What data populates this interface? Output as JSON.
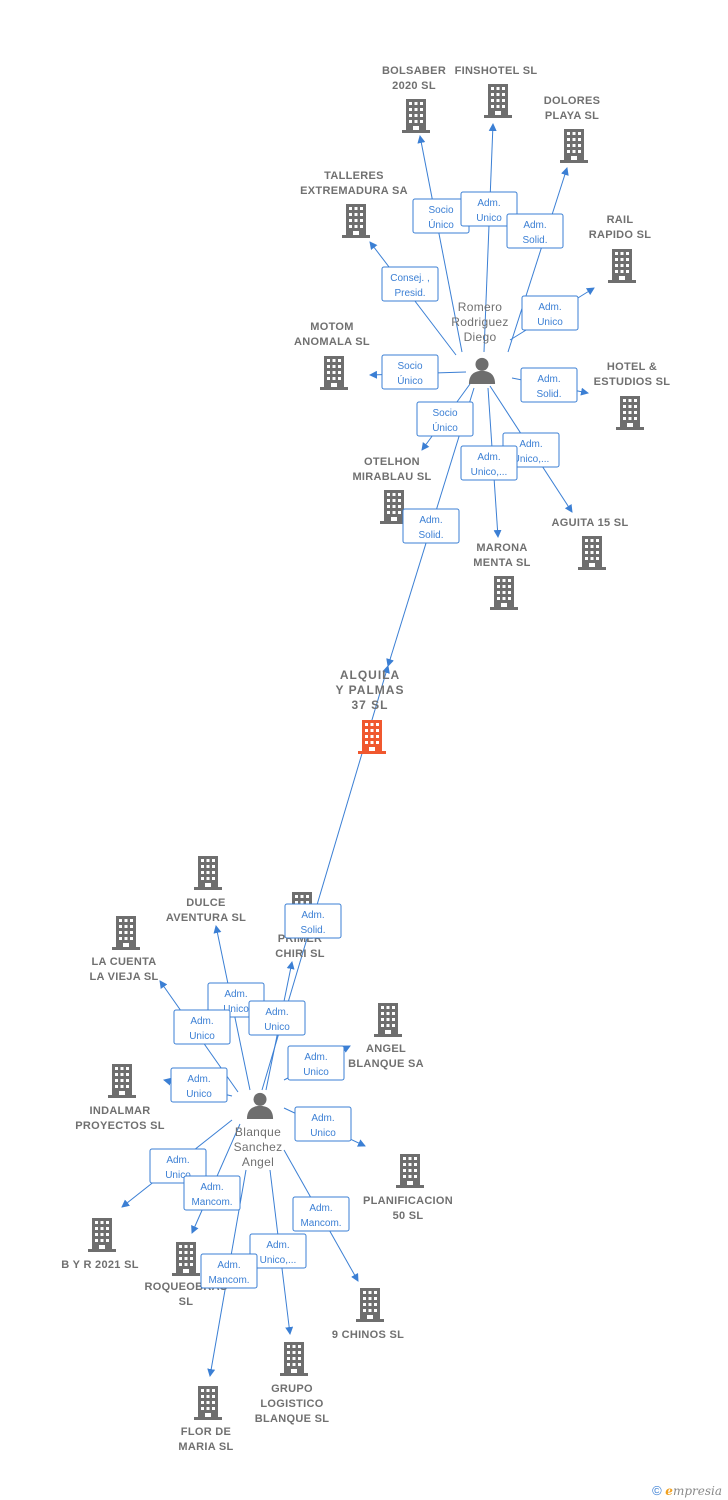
{
  "colors": {
    "edge": "#3b7fd4",
    "building": "#6e6e6e",
    "main_building": "#f0582f",
    "person": "#6e6e6e"
  },
  "main_company": {
    "label": [
      "ALQUILA",
      "Y PALMAS",
      "37  SL"
    ],
    "icon": "building-icon"
  },
  "persons": [
    {
      "id": "romero",
      "label": [
        "Romero",
        "Rodriguez",
        "Diego"
      ],
      "icon": "person-icon"
    },
    {
      "id": "blanque",
      "label": [
        "Blanque",
        "Sanchez",
        "Angel"
      ],
      "icon": "person-icon"
    }
  ],
  "companies": [
    {
      "id": "bolsaber",
      "label": [
        "BOLSABER",
        "2020  SL"
      ]
    },
    {
      "id": "finshotel",
      "label": [
        "FINSHOTEL SL"
      ]
    },
    {
      "id": "dolores",
      "label": [
        "DOLORES",
        "PLAYA  SL"
      ]
    },
    {
      "id": "talleres",
      "label": [
        "TALLERES",
        "EXTREMADURA SA"
      ]
    },
    {
      "id": "rail",
      "label": [
        "RAIL",
        "RAPIDO SL"
      ]
    },
    {
      "id": "motom",
      "label": [
        "MOTOM",
        "ANOMALA  SL"
      ]
    },
    {
      "id": "hotel",
      "label": [
        "HOTEL &",
        "ESTUDIOS  SL"
      ]
    },
    {
      "id": "otelhon",
      "label": [
        "OTELHON",
        "MIRABLAU  SL"
      ]
    },
    {
      "id": "aguita",
      "label": [
        "AGUITA 15  SL"
      ]
    },
    {
      "id": "marona",
      "label": [
        "MARONA",
        "MENTA SL"
      ]
    },
    {
      "id": "dulce",
      "label": [
        "DULCE",
        "AVENTURA  SL"
      ]
    },
    {
      "id": "primer",
      "label": [
        "PRIMER",
        "CHIRI  SL"
      ]
    },
    {
      "id": "cuenta",
      "label": [
        "LA CUENTA",
        "LA VIEJA  SL"
      ]
    },
    {
      "id": "angelsa",
      "label": [
        "ANGEL",
        "BLANQUE SA"
      ]
    },
    {
      "id": "indalmar",
      "label": [
        "INDALMAR",
        "PROYECTOS SL"
      ]
    },
    {
      "id": "planif",
      "label": [
        "PLANIFICACION",
        "50  SL"
      ]
    },
    {
      "id": "byr",
      "label": [
        "B Y R 2021  SL"
      ]
    },
    {
      "id": "roqueo",
      "label": [
        "ROQUEOBRAS",
        "SL"
      ]
    },
    {
      "id": "chinos",
      "label": [
        "9 CHINOS SL"
      ]
    },
    {
      "id": "grupo",
      "label": [
        "GRUPO",
        "LOGISTICO",
        "BLANQUE  SL"
      ]
    },
    {
      "id": "flor",
      "label": [
        "FLOR DE",
        "MARIA  SL"
      ]
    }
  ],
  "relations": [
    {
      "from": "romero",
      "to": "bolsaber",
      "role": [
        "Socio",
        "Único"
      ]
    },
    {
      "from": "romero",
      "to": "finshotel",
      "role": [
        "Adm.",
        "Unico"
      ]
    },
    {
      "from": "romero",
      "to": "dolores",
      "role": [
        "Adm.",
        "Solid."
      ]
    },
    {
      "from": "romero",
      "to": "talleres",
      "role": [
        "Consej. ,",
        "Presid."
      ]
    },
    {
      "from": "romero",
      "to": "rail",
      "role": [
        "Adm.",
        "Unico"
      ]
    },
    {
      "from": "romero",
      "to": "motom",
      "role": [
        "Socio",
        "Único"
      ]
    },
    {
      "from": "romero",
      "to": "hotel",
      "role": [
        "Adm.",
        "Solid."
      ]
    },
    {
      "from": "romero",
      "to": "otelhon",
      "role": [
        "Socio",
        "Único"
      ]
    },
    {
      "from": "romero",
      "to": "aguita",
      "role": [
        "Adm.",
        "Unico,..."
      ]
    },
    {
      "from": "romero",
      "to": "marona",
      "role": [
        "Adm.",
        "Unico,..."
      ]
    },
    {
      "from": "romero",
      "to": "main",
      "role": [
        "Adm.",
        "Solid."
      ]
    },
    {
      "from": "blanque",
      "to": "main",
      "role": [
        "Adm.",
        "Solid."
      ]
    },
    {
      "from": "blanque",
      "to": "dulce",
      "role": [
        "Adm.",
        "Unico"
      ]
    },
    {
      "from": "blanque",
      "to": "primer",
      "role": [
        "Adm.",
        "Unico"
      ]
    },
    {
      "from": "blanque",
      "to": "cuenta",
      "role": [
        "Adm.",
        "Unico"
      ]
    },
    {
      "from": "blanque",
      "to": "angelsa",
      "role": [
        "Adm.",
        "Unico"
      ]
    },
    {
      "from": "blanque",
      "to": "indalmar",
      "role": [
        "Adm.",
        "Unico"
      ]
    },
    {
      "from": "blanque",
      "to": "planif",
      "role": [
        "Adm.",
        "Unico"
      ]
    },
    {
      "from": "blanque",
      "to": "byr",
      "role": [
        "Adm.",
        "Unico"
      ]
    },
    {
      "from": "blanque",
      "to": "roqueo",
      "role": [
        "Adm.",
        "Mancom."
      ]
    },
    {
      "from": "blanque",
      "to": "chinos",
      "role": [
        "Adm.",
        "Mancom."
      ]
    },
    {
      "from": "blanque",
      "to": "grupo",
      "role": [
        "Adm.",
        "Unico,..."
      ]
    },
    {
      "from": "blanque",
      "to": "flor",
      "role": [
        "Adm.",
        "Mancom."
      ]
    }
  ],
  "footer": {
    "copyright": "©",
    "brand_initial": "e",
    "brand_rest": "mpresia"
  }
}
